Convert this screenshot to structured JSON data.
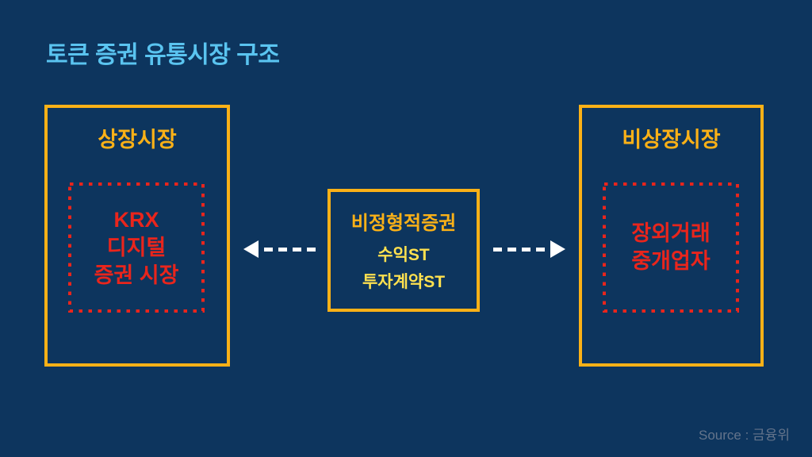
{
  "title": "토큰 증권 유통시장 구조",
  "left_box": {
    "title": "상장시장",
    "lines": [
      "KRX",
      "디지털",
      "증권 시장"
    ]
  },
  "center_box": {
    "title": "비정형적증권",
    "items": [
      "수익ST",
      "투자계약ST"
    ]
  },
  "right_box": {
    "title": "비상장시장",
    "lines": [
      "장외거래",
      "중개업자"
    ]
  },
  "source": "Source : 금융위",
  "colors": {
    "bg": "#0D355E",
    "accent-orange": "#FBB117",
    "title-blue": "#5AC4F0",
    "alert-red": "#E9251C",
    "highlight-yellow": "#FFE14F",
    "muted-gray": "#64748B",
    "arrow-white": "#FFFFFF"
  }
}
